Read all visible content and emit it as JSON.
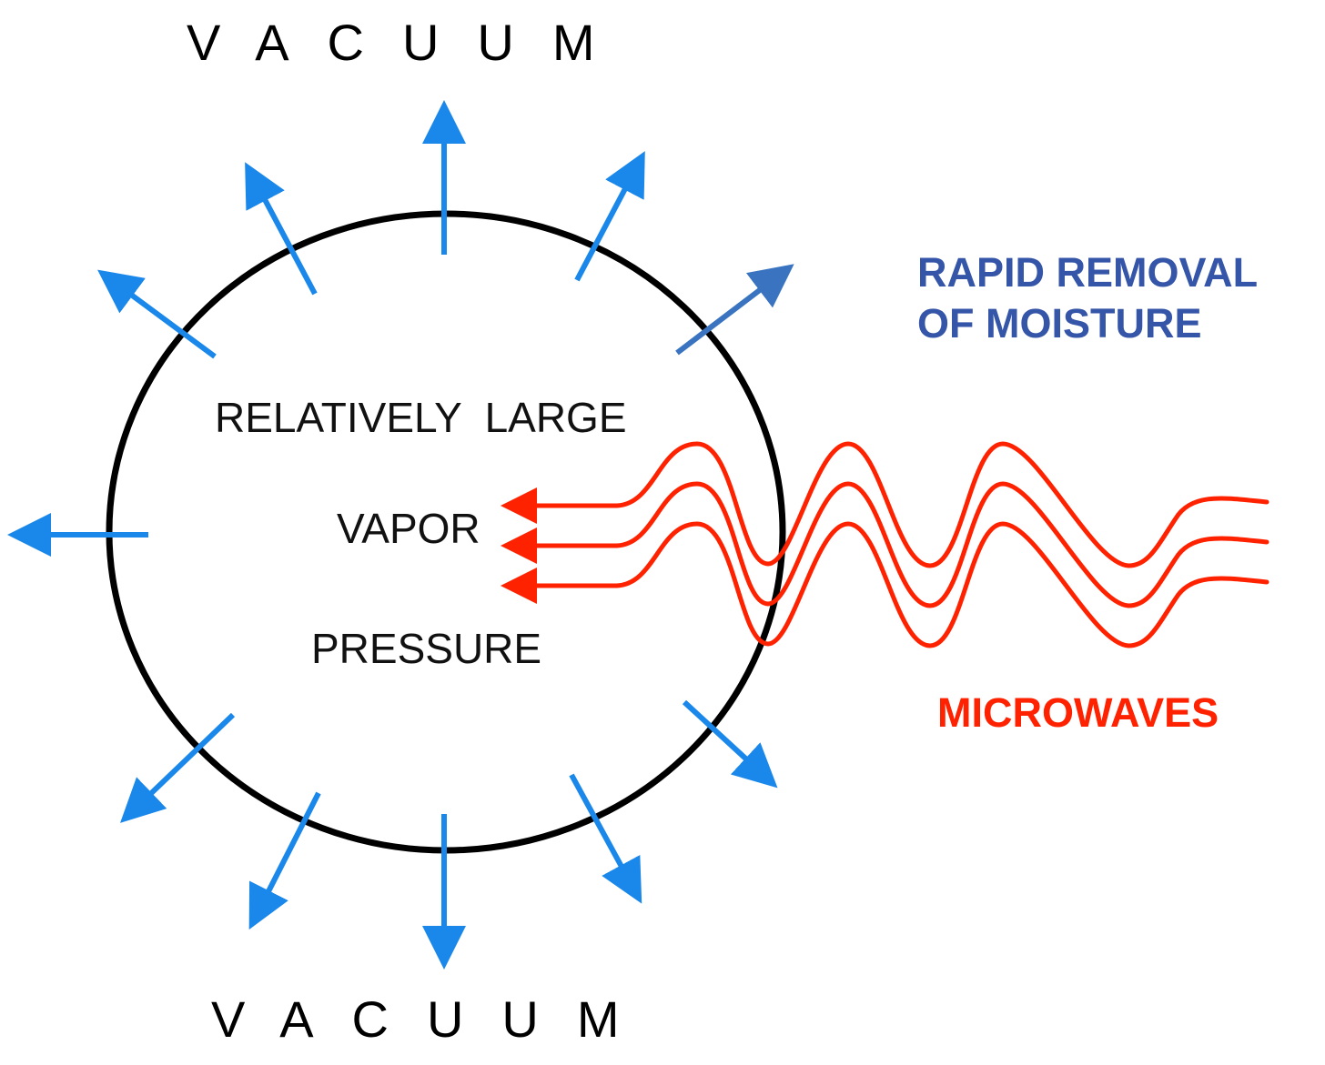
{
  "title_top": "VACUUM",
  "title_bottom": "VACUUM",
  "inner_text": {
    "line1": "RELATIVELY  LARGE",
    "line2": "VAPOR",
    "line3": "PRESSURE"
  },
  "moisture_label": {
    "line1": "RAPID REMOVAL",
    "line2": "OF MOISTURE"
  },
  "microwave_label": "MICROWAVES",
  "colors": {
    "arrow": "#1a87ea",
    "arrow_dark": "#3a74c0",
    "wave": "#ff2200",
    "moisture_text": "#3556a8",
    "microwave_text": "#ff2200",
    "circle": "#000000"
  }
}
